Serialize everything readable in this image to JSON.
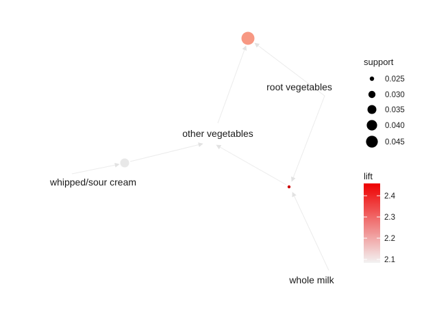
{
  "graph": {
    "nodes": [
      {
        "id": "root-vegetables",
        "label": "root vegetables",
        "kind": "item"
      },
      {
        "id": "other-vegetables",
        "label": "other vegetables",
        "kind": "item"
      },
      {
        "id": "whipped-sour-cream",
        "label": "whipped/sour cream",
        "kind": "item"
      },
      {
        "id": "whole-milk",
        "label": "whole milk",
        "kind": "item"
      },
      {
        "id": "rule-1",
        "label": "",
        "kind": "rule",
        "color": "#F79883",
        "support": 0.045
      },
      {
        "id": "rule-2",
        "label": "",
        "kind": "rule",
        "color": "#E8E8E8",
        "support": 0.03
      },
      {
        "id": "rule-3",
        "label": "",
        "kind": "rule",
        "color": "#CC0000",
        "support": 0.022
      }
    ],
    "edges": [
      {
        "from": "other-vegetables",
        "to": "rule-1"
      },
      {
        "from": "root-vegetables",
        "to": "rule-1"
      },
      {
        "from": "whipped-sour-cream",
        "to": "rule-2"
      },
      {
        "from": "rule-2",
        "to": "other-vegetables"
      },
      {
        "from": "root-vegetables",
        "to": "rule-3"
      },
      {
        "from": "whole-milk",
        "to": "rule-3"
      },
      {
        "from": "rule-3",
        "to": "other-vegetables"
      }
    ],
    "edge_color": "#EBEBEB"
  },
  "legend": {
    "support": {
      "title": "support",
      "items": [
        {
          "label": "0.025",
          "value": 0.025
        },
        {
          "label": "0.030",
          "value": 0.03
        },
        {
          "label": "0.035",
          "value": 0.035
        },
        {
          "label": "0.040",
          "value": 0.04
        },
        {
          "label": "0.045",
          "value": 0.045
        }
      ]
    },
    "lift": {
      "title": "lift",
      "ticks": [
        "2.4",
        "2.3",
        "2.2",
        "2.1"
      ],
      "color_high": "#EE0000",
      "color_low": "#F2F2F2"
    }
  }
}
